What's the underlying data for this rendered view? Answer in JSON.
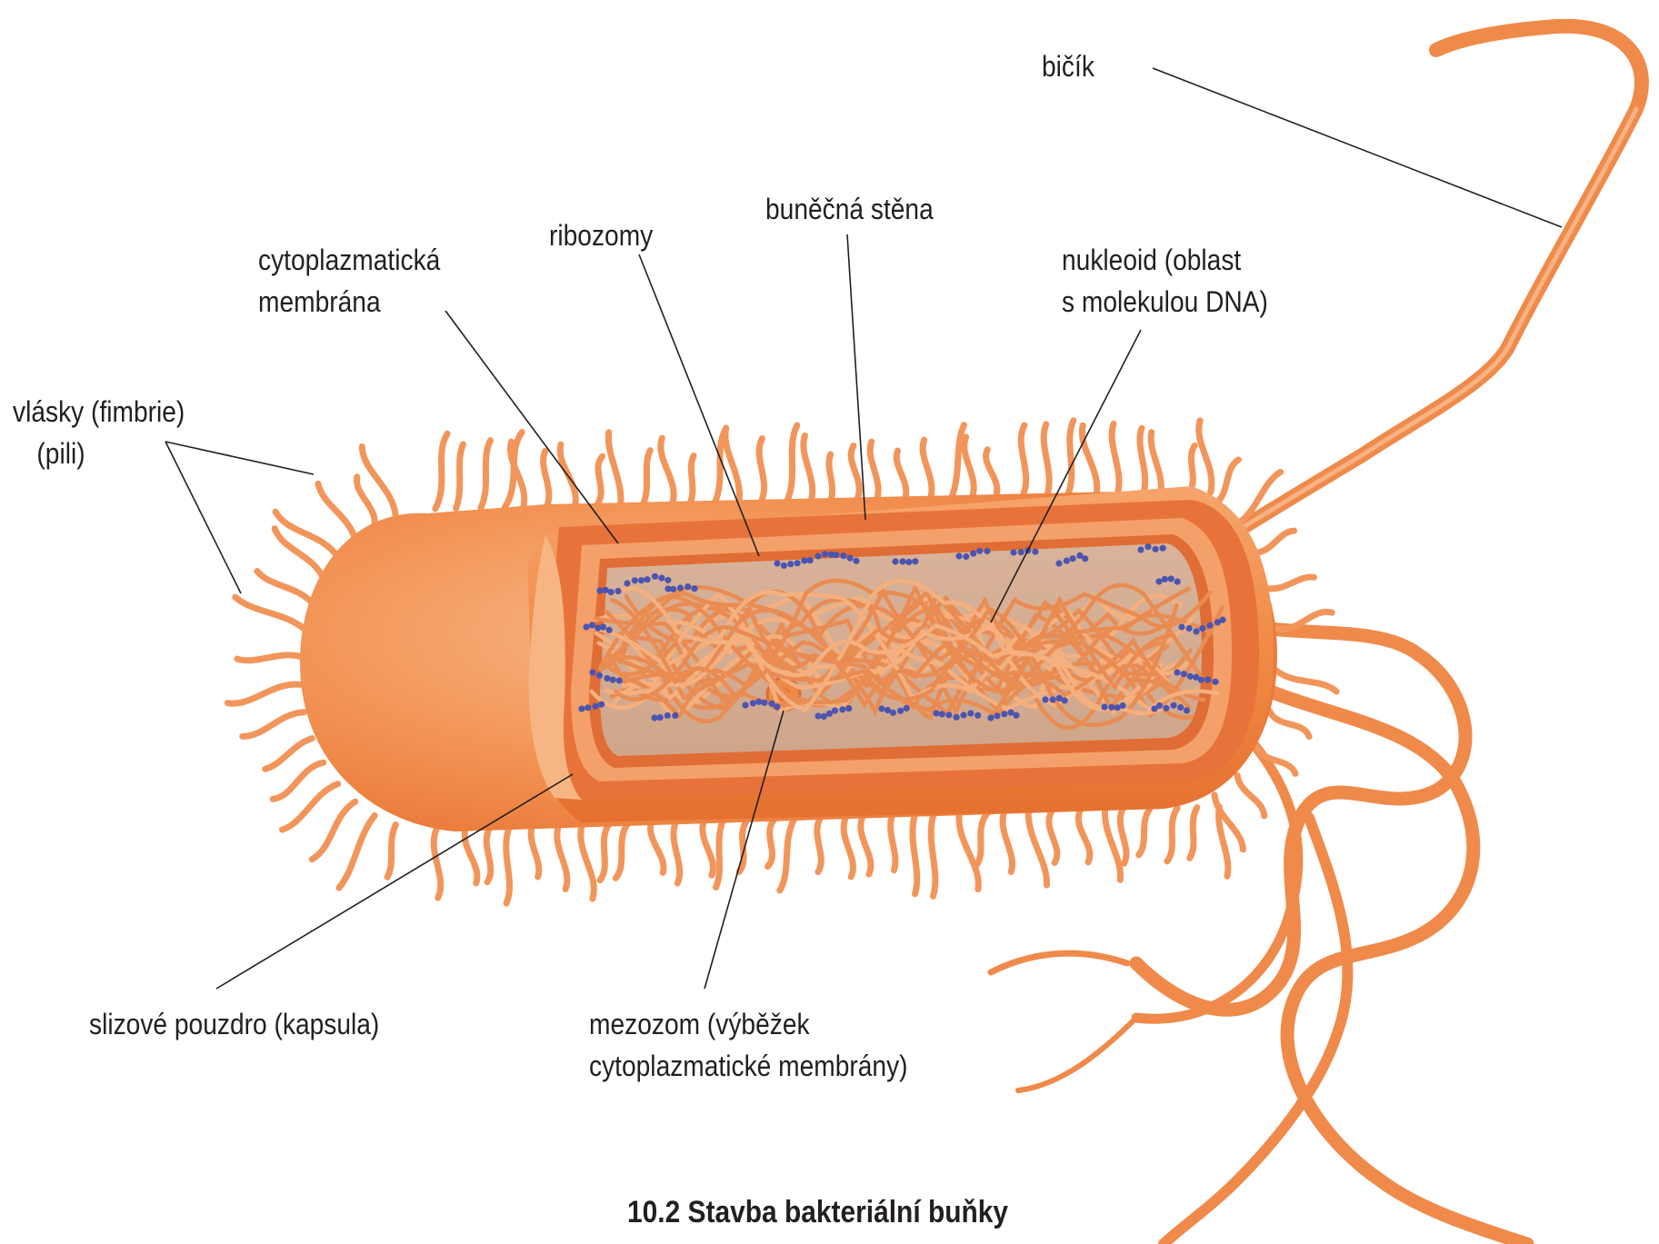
{
  "labels": {
    "flagellum": "bičík",
    "cell_wall": "buněčná stěna",
    "ribosomes": "ribozomy",
    "cytoplasmic_membrane": [
      "cytoplazmatická",
      "membrána"
    ],
    "nucleoid": [
      "nukleoid (oblast",
      "s molekulou DNA)"
    ],
    "pili": [
      "vlásky (fimbrie)",
      "(pili)"
    ],
    "capsule": "slizové pouzdro (kapsula)",
    "mesosome": [
      "mezozom (výběžek",
      "cytoplazmatické membrány)"
    ]
  },
  "caption": "10.2 Stavba bakteriální buňky",
  "colors": {
    "capsule": "#f08a45",
    "capsule_light": "#f7b07a",
    "wall": "#e8733a",
    "cytoplasm": "#dcb49a",
    "dna": "#e88a50",
    "ribosome": "#4b55b0",
    "leader_line": "#231f20",
    "text": "#231f20"
  }
}
